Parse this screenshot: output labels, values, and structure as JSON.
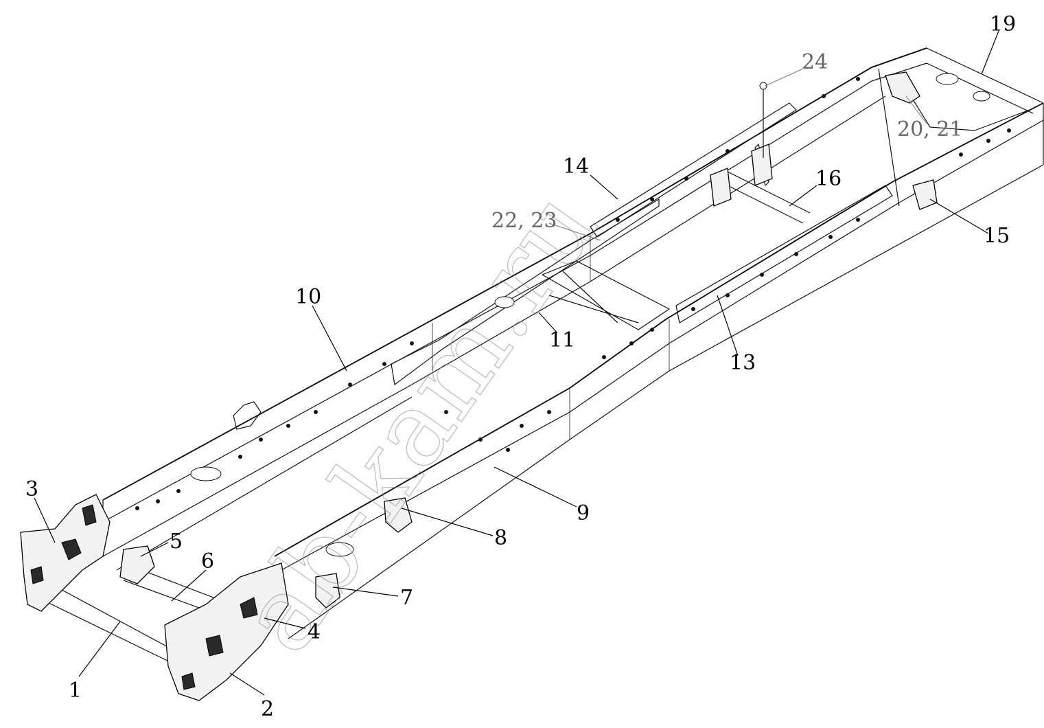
{
  "diagram": {
    "callouts": [
      {
        "id": "c1",
        "text": "1"
      },
      {
        "id": "c2",
        "text": "2"
      },
      {
        "id": "c3",
        "text": "3"
      },
      {
        "id": "c4",
        "text": "4"
      },
      {
        "id": "c5",
        "text": "5"
      },
      {
        "id": "c6",
        "text": "6"
      },
      {
        "id": "c7",
        "text": "7"
      },
      {
        "id": "c8",
        "text": "8"
      },
      {
        "id": "c9",
        "text": "9"
      },
      {
        "id": "c10",
        "text": "10"
      },
      {
        "id": "c11",
        "text": "11"
      },
      {
        "id": "c13",
        "text": "13"
      },
      {
        "id": "c14",
        "text": "14"
      },
      {
        "id": "c15",
        "text": "15"
      },
      {
        "id": "c16",
        "text": "16"
      },
      {
        "id": "c19",
        "text": "19"
      },
      {
        "id": "c2021",
        "text": "20, 21"
      },
      {
        "id": "c2223",
        "text": "22, 23"
      },
      {
        "id": "c24",
        "text": "24"
      }
    ],
    "watermark": "ab-kam.ru",
    "colors": {
      "line": "#111111",
      "grey_label": "#666666",
      "watermark": "#888888"
    }
  }
}
